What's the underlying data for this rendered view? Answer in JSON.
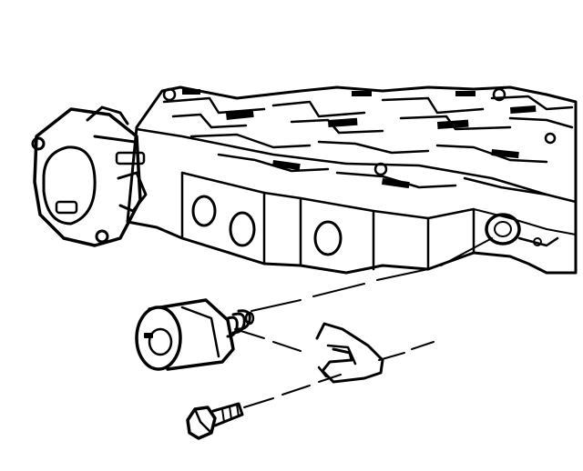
{
  "figure": {
    "ink_color": "#000000",
    "paper_color": "#ffffff",
    "parts": [
      {
        "key": "valve-body",
        "icon": "valve-body-icon"
      },
      {
        "key": "solenoid",
        "icon": "solenoid-icon"
      },
      {
        "key": "retaining-clip",
        "icon": "clip-icon"
      },
      {
        "key": "bolt",
        "icon": "bolt-icon"
      }
    ]
  }
}
